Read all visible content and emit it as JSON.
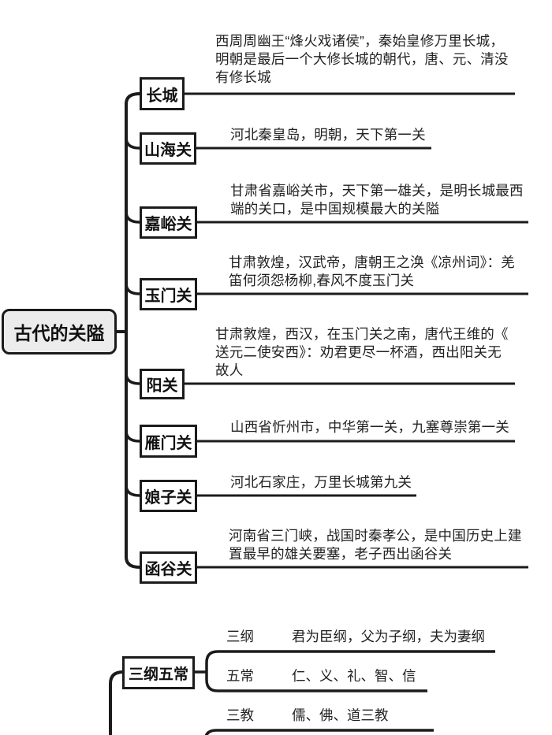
{
  "palette": {
    "line": "#1b1b1b",
    "node_bg": "#ffffff",
    "root_bg": "#ececec",
    "text": "#222222"
  },
  "map1": {
    "root": "古代的关隘",
    "nodes": [
      {
        "label": "长城",
        "desc": "西周周幽王“烽火戏诸侯”，秦始皇修万里长城，\n明朝是最后一个大修长城的朝代，唐、元、清没\n有修长城"
      },
      {
        "label": "山海关",
        "desc": "河北秦皇岛，明朝，天下第一关"
      },
      {
        "label": "嘉峪关",
        "desc": "甘肃省嘉峪关市，天下第一雄关，是明长城最西\n端的关口，是中国规模最大的关隘"
      },
      {
        "label": "玉门关",
        "desc": "甘肃敦煌，汉武帝，唐朝王之涣《凉州词》：羌\n笛何须怨杨柳,春风不度玉门关"
      },
      {
        "label": "阳关",
        "desc": "甘肃敦煌，西汉，在玉门关之南，唐代王维的《\n送元二使安西》：劝君更尽一杯酒，西出阳关无\n故人"
      },
      {
        "label": "雁门关",
        "desc": "山西省忻州市，中华第一关，九塞尊崇第一关"
      },
      {
        "label": "娘子关",
        "desc": "河北石家庄，万里长城第九关"
      },
      {
        "label": "函谷关",
        "desc": "河南省三门峡，战国时秦孝公，是中国历史上建\n置最早的雄关要塞，老子西出函谷关"
      }
    ]
  },
  "map2": {
    "node": "三纲五常",
    "rows": [
      {
        "label": "三纲",
        "text": "君为臣纲，父为子纲，夫为妻纲"
      },
      {
        "label": "五常",
        "text": "仁、义、礼、智、信"
      },
      {
        "label": "三教",
        "text": "儒、佛、道三教"
      }
    ]
  }
}
